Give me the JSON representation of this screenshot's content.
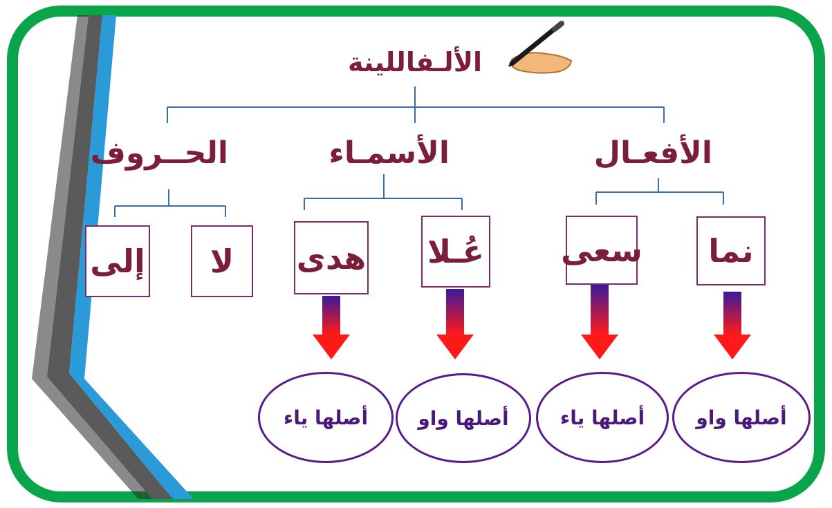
{
  "colors": {
    "frame": "#0aa44a",
    "connector": "#3a6ab0",
    "box_border": "#7b2a68",
    "oval_border": "#5a1a8a",
    "text_dark": "#7a1e3a",
    "text_red": "#e0202a",
    "text_purple": "#6a2a9a",
    "arrow_top": "#3a1a9a",
    "arrow_bottom": "#ff1a1a"
  },
  "decorations": {
    "pen_hand_icon": "hand-writing-pen"
  },
  "diagram": {
    "title": "الألـفاللينة",
    "categories": [
      {
        "label": "الأفعـال",
        "items": [
          {
            "word": "نما",
            "origin": "أصلها واو"
          },
          {
            "word": "سعى",
            "origin": "أصلها ياء"
          }
        ]
      },
      {
        "label": "الأسمـاء",
        "items": [
          {
            "word": "عُـلا",
            "origin": "أصلها واو"
          },
          {
            "word": "هدى",
            "origin": "أصلها ياء"
          }
        ]
      },
      {
        "label": "الحــروف",
        "items": [
          {
            "word": "لا"
          },
          {
            "word": "إلى"
          }
        ]
      }
    ]
  }
}
